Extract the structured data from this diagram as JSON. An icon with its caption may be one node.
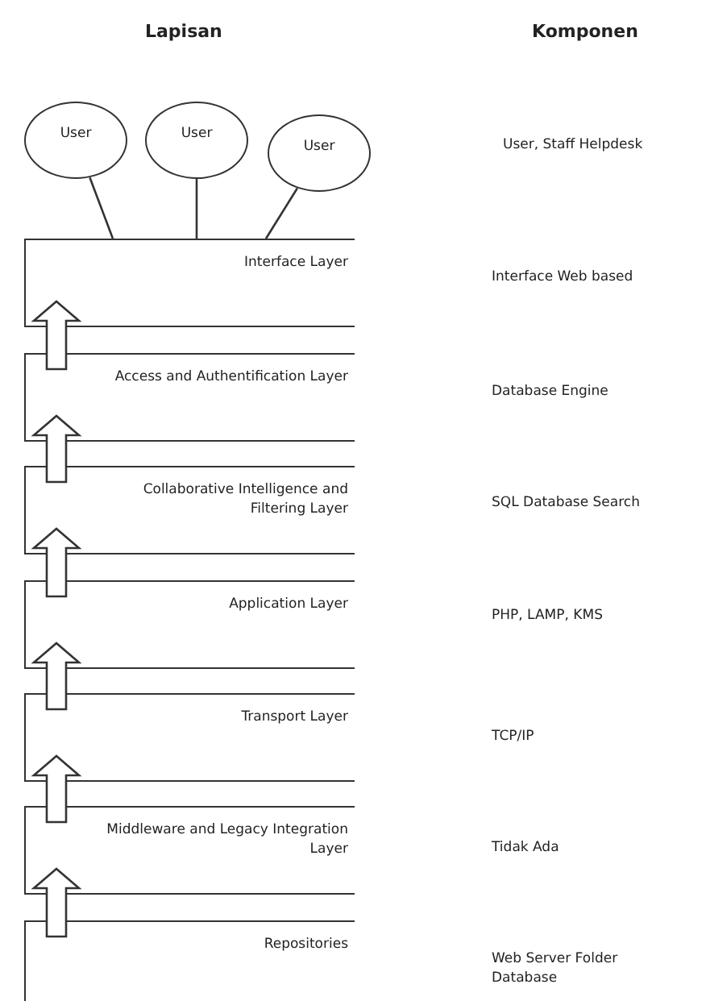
{
  "diagram": {
    "nodes": [
      {
        "text": [
          "User"
        ]
      },
      {
        "text": [
          "User"
        ]
      },
      {
        "text": [
          "User"
        ]
      },
      {
        "text": [
          "Interface Layer"
        ]
      },
      {
        "text": [
          "Access and Authentification Layer"
        ]
      },
      {
        "text": [
          "Collaborative Intelligence and Filtering Layer"
        ]
      },
      {
        "text": [
          "Application Layer"
        ]
      },
      {
        "text": [
          "Transport Layer"
        ]
      },
      {
        "text": [
          "Middleware and Legacy Integration Layer"
        ]
      },
      {
        "text": [
          "Repositories"
        ]
      }
    ],
    "edges": [
      {
        "from": 0,
        "to": 3,
        "arrow": "none"
      },
      {
        "from": 1,
        "to": 3,
        "arrow": "none"
      },
      {
        "from": 2,
        "to": 3,
        "arrow": "none"
      },
      {
        "from": 4,
        "to": 3,
        "arrow": "to"
      },
      {
        "from": 5,
        "to": 4,
        "arrow": "to"
      },
      {
        "from": 6,
        "to": 5,
        "arrow": "to"
      },
      {
        "from": 7,
        "to": 6,
        "arrow": "to"
      },
      {
        "from": 8,
        "to": 7,
        "arrow": "to"
      },
      {
        "from": 9,
        "to": 8,
        "arrow": "to"
      }
    ],
    "labels": [
      "Lapisan",
      "Komponen",
      "User, Staff Helpdesk",
      "Interface Web based",
      "Database Engine",
      "SQL Database Search",
      "PHP, LAMP, KMS",
      "TCP/IP",
      "Tidak Ada",
      "Web Server Folder Database"
    ]
  }
}
